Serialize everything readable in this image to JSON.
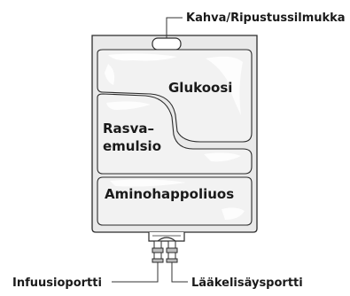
{
  "labels": {
    "handle": "Kahva/Ripustussilmukka",
    "glucose": "Glukoosi",
    "lipid_line1": "Rasva–",
    "lipid_line2": "emulsio",
    "amino": "Aminohappoliuos",
    "infusion_port": "Infuusioportti",
    "additive_port": "Lääkelisäysportti"
  }
}
